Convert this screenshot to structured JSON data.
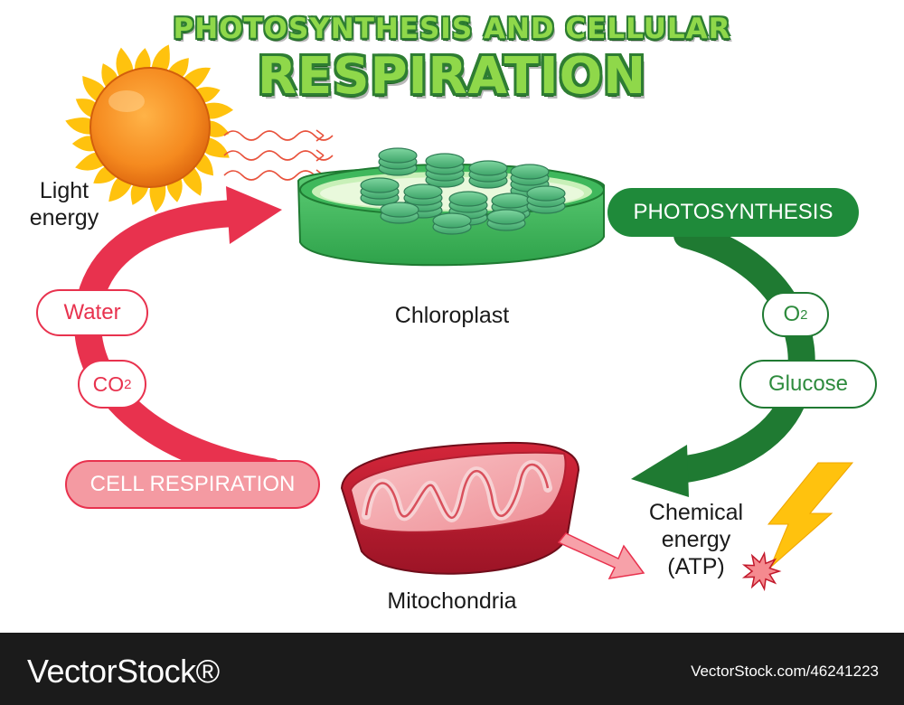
{
  "title": {
    "line1": "PHOTOSYNTHESIS AND CELLULAR",
    "line2": "RESPIRATION"
  },
  "labels": {
    "light_energy_1": "Light",
    "light_energy_2": "energy",
    "chloroplast": "Chloroplast",
    "mitochondria": "Mitochondria",
    "chemical_1": "Chemical",
    "chemical_2": "energy",
    "chemical_3": "(ATP)"
  },
  "pills": {
    "photosynthesis": "PHOTOSYNTHESIS",
    "o2_main": "O",
    "o2_sub": "2",
    "glucose": "Glucose",
    "water": "Water",
    "co2_main": "CO",
    "co2_sub": "2",
    "cell_respiration": "CELL RESPIRATION"
  },
  "colors": {
    "respiration_red": "#e8324e",
    "photosynthesis_green": "#2e8b3d",
    "sun_orange": "#f58a1f",
    "bolt_yellow": "#ffc20e"
  },
  "watermark": {
    "brand": "VectorStock®",
    "id": "VectorStock.com/46241223"
  }
}
